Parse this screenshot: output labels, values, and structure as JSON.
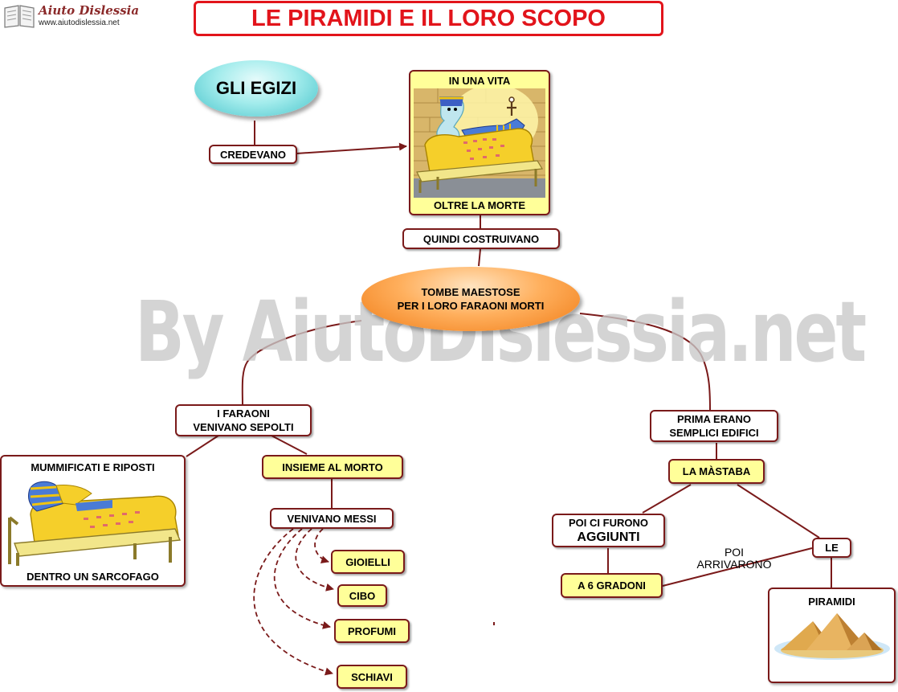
{
  "logo": {
    "title": "Aiuto Dislessia",
    "url": "www.aiutodislessia.net"
  },
  "title": "LE PIRAMIDI E IL LORO SCOPO",
  "watermark": "By AiutoDislessia.net",
  "nodes": {
    "gli_egizi": "GLI EGIZI",
    "credevano": "CREDEVANO",
    "in_una_vita": "IN UNA VITA",
    "oltre_la_morte": "OLTRE LA MORTE",
    "quindi_costruivano": "QUINDI COSTRUIVANO",
    "tombe_line1": "TOMBE MAESTOSE",
    "tombe_line2": "PER I LORO FARAONI MORTI",
    "faraoni_line1": "I FARAONI",
    "faraoni_line2": "VENIVANO SEPOLTI",
    "mummificati": "MUMMIFICATI E RIPOSTI",
    "sarcofago": "DENTRO UN SARCOFAGO",
    "insieme": "INSIEME AL MORTO",
    "venivano_messi": "VENIVANO MESSI",
    "gioielli": "GIOIELLI",
    "cibo": "CIBO",
    "profumi": "PROFUMI",
    "schiavi": "SCHIAVI",
    "prima_line1": "PRIMA ERANO",
    "prima_line2": "SEMPLICI EDIFICI",
    "mastaba": "LA MÀSTABA",
    "poi_line1": "POI CI FURONO",
    "poi_line2": "AGGIUNTI",
    "gradoni": "A 6 GRADONI",
    "poi_arrivarono_line1": "POI",
    "poi_arrivarono_line2": "ARRIVARONO",
    "le": "LE",
    "piramidi": "PIRAMIDI"
  },
  "colors": {
    "title": "#e2141b",
    "connector": "#7a1a1a",
    "yellow_fill": "#ffff99",
    "blue_oval": "#48c4cb",
    "orange_oval": "#f07c16",
    "watermark": "#c9c9c9"
  },
  "icons": [
    "book-logo-icon",
    "egyptian-ghost-illustration",
    "sarcophagus-illustration",
    "pyramids-illustration"
  ]
}
